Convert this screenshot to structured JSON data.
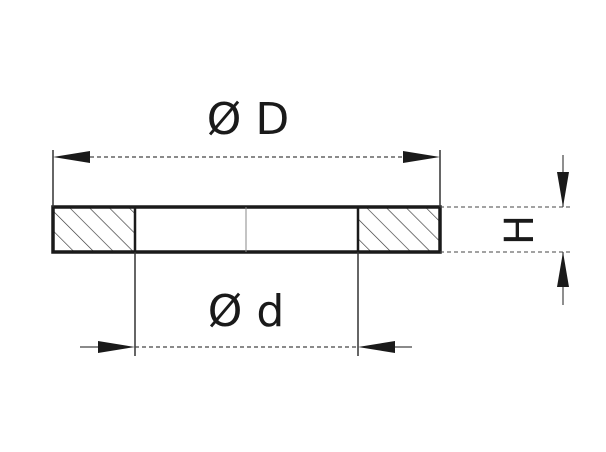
{
  "diagram": {
    "outer_diameter_label": "Ø D",
    "inner_diameter_label": "Ø d",
    "thickness_label": "H",
    "line_color": "#1a1a1a",
    "background_color": "#ffffff"
  }
}
